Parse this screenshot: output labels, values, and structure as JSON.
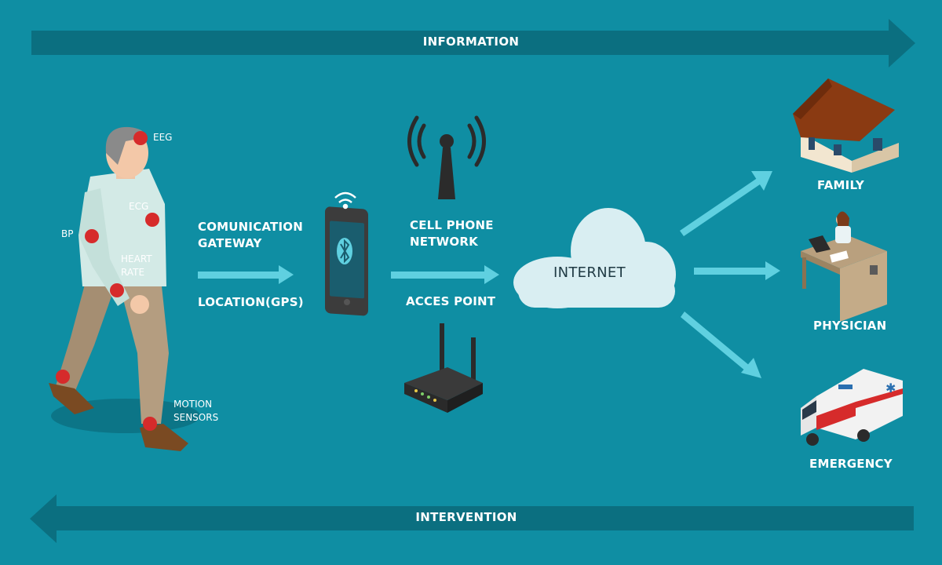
{
  "banners": {
    "top": "INFORMATION",
    "bottom": "INTERVENTION"
  },
  "sensors": {
    "eeg": "EEG",
    "ecg": "ECG",
    "bp": "BP",
    "heart_rate": "HEART\nRATE",
    "motion": "MOTION\nSENSORS"
  },
  "gateway": {
    "communication": "COMUNICATION\nGATEWAY",
    "location": "LOCATION(GPS)"
  },
  "network": {
    "cell": "CELL PHONE\nNETWORK",
    "access_point": "ACCES POINT"
  },
  "cloud": {
    "label": "INTERNET"
  },
  "destinations": {
    "family": "FAMILY",
    "physician": "PHYSICIAN",
    "emergency": "EMERGENCY"
  },
  "colors": {
    "background": "#0f8ea3",
    "banner": "#0b6f80",
    "arrow": "#5fd0e0",
    "sensor_dot": "#d62b2b",
    "cloud": "#d9eef2"
  }
}
